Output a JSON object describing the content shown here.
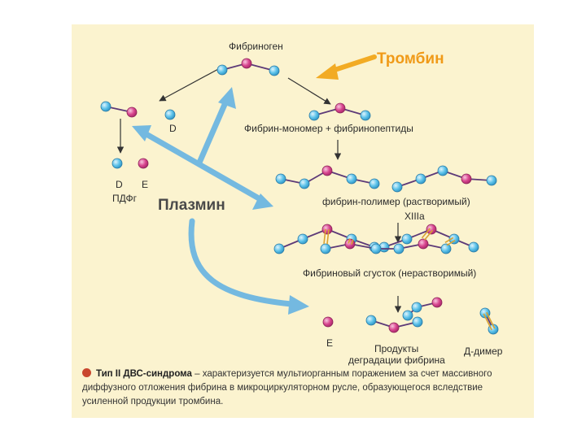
{
  "labels": {
    "fibrinogen": "Фибриноген",
    "thrombin": "Тромбин",
    "d_top": "D",
    "d_bottom": "D",
    "e_bottom": "E",
    "pdf": "ПДФг",
    "plasmin": "Плазмин",
    "monomer": "Фибрин-мономер + фибринопептиды",
    "polymer": "фибрин-полимер (растворимый)",
    "factor": "XIIIa",
    "clot": "Фибриновый сгусток (нерастворимый)",
    "e_deg": "E",
    "products_line1": "Продукты",
    "products_line2": "деградации фибрина",
    "d_dimer": "Д-димер"
  },
  "footnote": {
    "highlight": "Тип II ДВС-синдрома",
    "text": " – характеризуется мультиорганным поражением за счет массивного диффузного отложения фибрина в микроциркуляторном русле, образующегося вследствие усиленной продукции тромбина."
  },
  "colors": {
    "panel": "#fbf3cf",
    "node_blue": "#5ec3ea",
    "node_pink": "#d9468f",
    "link": "#5d3a78",
    "crosslink": "#d9a232",
    "plasmin_arrow": "#74b9e0",
    "thrombin_arrow": "#f2ab24",
    "thrombin_text": "#f09a18",
    "bullet": "#c9472e"
  }
}
